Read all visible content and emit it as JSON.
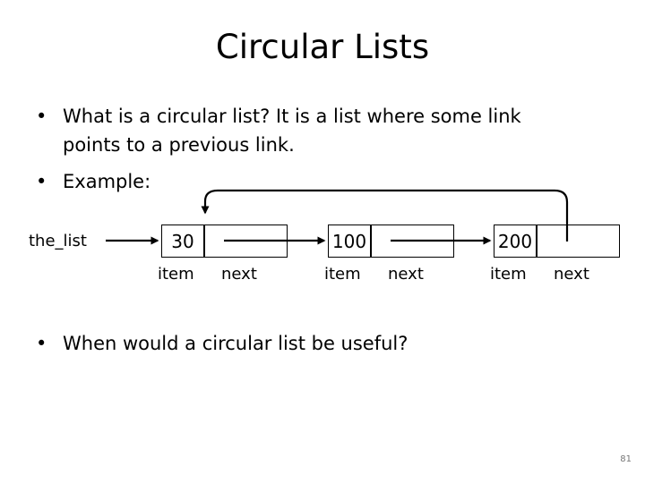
{
  "slide": {
    "title": "Circular Lists",
    "bullets": [
      {
        "marker": "•",
        "text": "What is a circular list? It is a list where some link points to a previous link."
      },
      {
        "marker": "•",
        "text": "Example:"
      },
      {
        "marker": "•",
        "text": "When would a circular list be useful?"
      }
    ],
    "page_number": "81"
  },
  "diagram": {
    "head_label": "the_list",
    "nodes": [
      {
        "value": "30",
        "item_label": "item",
        "next_label": "next"
      },
      {
        "value": "100",
        "item_label": "item",
        "next_label": "next"
      },
      {
        "value": "200",
        "item_label": "item",
        "next_label": "next"
      }
    ]
  }
}
